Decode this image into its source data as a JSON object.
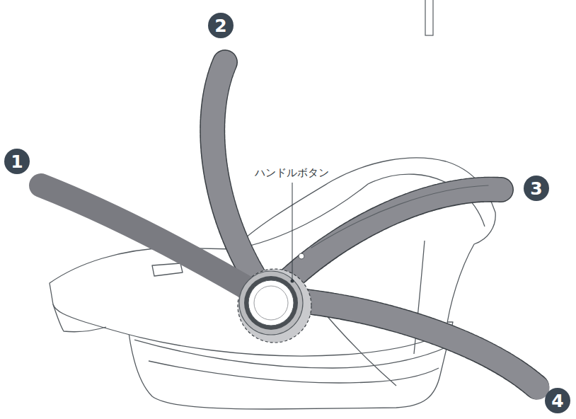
{
  "diagram": {
    "labels": [
      "2",
      "1",
      "ハンドルボタン",
      "3",
      "4"
    ]
  }
}
